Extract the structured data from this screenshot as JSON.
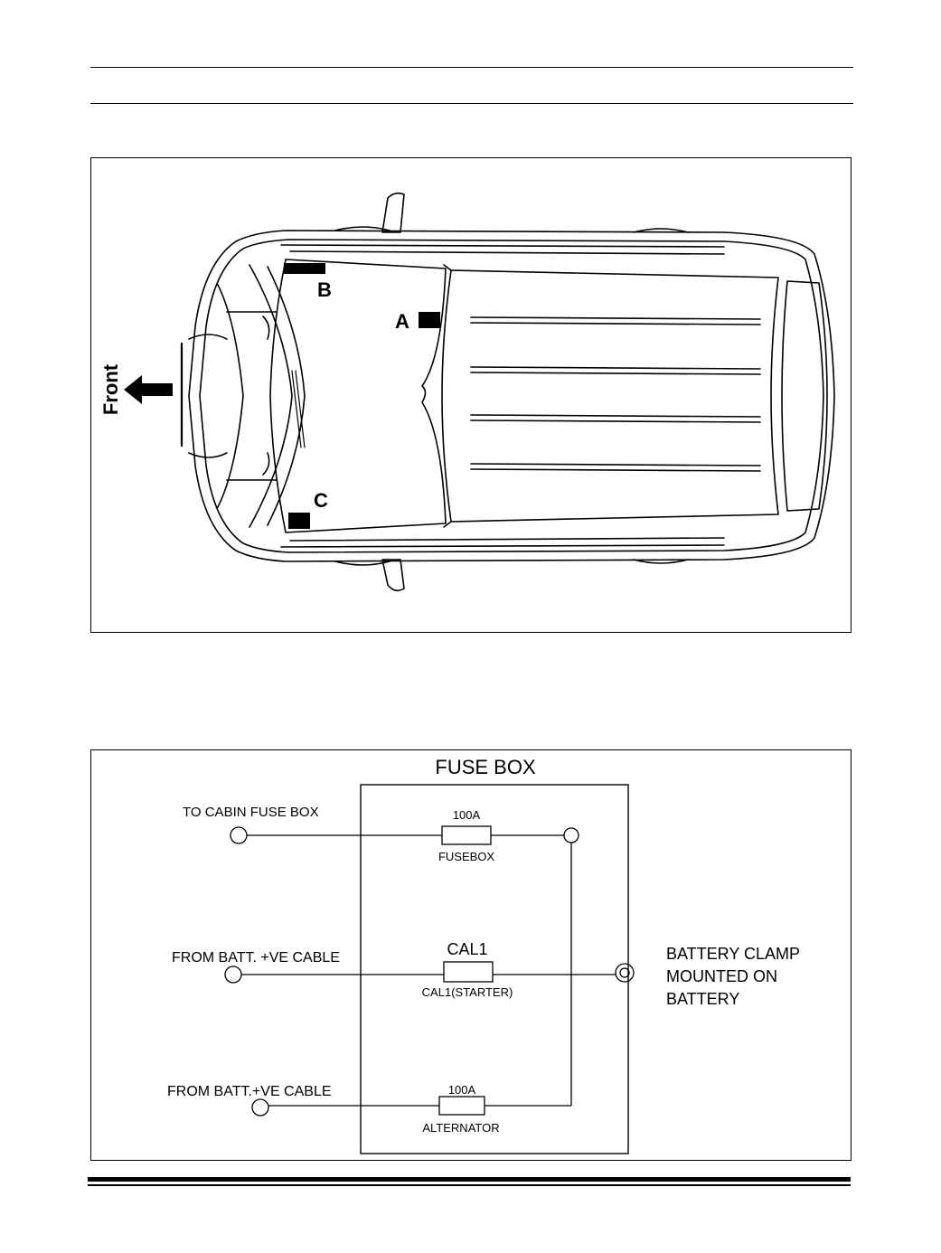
{
  "vehicle_diagram": {
    "front_label": "Front",
    "marker_a": "A",
    "marker_b": "B",
    "marker_c": "C"
  },
  "fuse_diagram": {
    "title": "FUSE BOX",
    "input_cabin": "TO CABIN FUSE BOX",
    "input_batt_1": "FROM BATT. +VE CABLE",
    "input_batt_2": "FROM BATT.+VE CABLE",
    "fuse_top_rating": "100A",
    "fuse_top_name": "FUSEBOX",
    "fuse_mid_rating": "CAL1",
    "fuse_mid_name": "CAL1(STARTER)",
    "fuse_bot_rating": "100A",
    "fuse_bot_name": "ALTERNATOR",
    "clamp_line1": "BATTERY CLAMP",
    "clamp_line2": "MOUNTED ON",
    "clamp_line3": "BATTERY"
  }
}
